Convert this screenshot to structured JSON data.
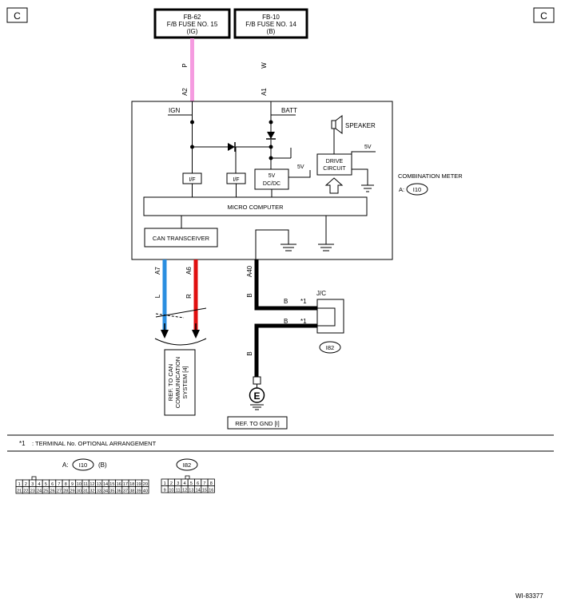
{
  "corner_marks": {
    "left": "C",
    "right": "C"
  },
  "fuses": [
    {
      "line1": "FB-62",
      "line2": "F/B FUSE NO. 15",
      "line3": "(IG)"
    },
    {
      "line1": "FB-10",
      "line2": "F/B FUSE NO. 14",
      "line3": "(B)"
    }
  ],
  "wires": {
    "ign_color": "P",
    "ign_pin": "A2",
    "batt_color": "W",
    "batt_pin": "A1",
    "can_low_pin": "A7",
    "can_low_color": "L",
    "can_high_pin": "A6",
    "can_high_color": "R",
    "ground_pin": "A40",
    "ground_color": "B",
    "jc_in_color": "B",
    "jc_out_color": "B",
    "jc_to_ground_color": "B"
  },
  "colors": {
    "pink": "#f59be0",
    "blue": "#2a8ee0",
    "red": "#e01010",
    "black": "#000000"
  },
  "meter": {
    "ign": "IGN",
    "batt": "BATT",
    "speaker": "SPEAKER",
    "drive_line1": "DRIVE",
    "drive_line2": "CIRCUIT",
    "five_v": "5V",
    "five_v_dcdc": "5V",
    "dcdc_line1": "5V",
    "dcdc_line2": "DC/DC",
    "if_a": "I/F",
    "if_b": "I/F",
    "micro": "MICRO COMPUTER",
    "can_transceiver": "CAN TRANSCEIVER",
    "name": "COMBINATION METER",
    "conn_prefix": "A:",
    "conn_id": "I10"
  },
  "jc": {
    "label": "J/C",
    "star1": "*1",
    "star2": "*1",
    "conn_id": "I82"
  },
  "refs": {
    "can_line1": "REF. TO CAN",
    "can_line2": "COMMUNICATION",
    "can_line3": "SYSTEM [4]",
    "gnd": "REF. TO GND [I]",
    "ground_symbol": "E"
  },
  "note": {
    "star": "*1",
    "text": ": TERMINAL No. OPTIONAL ARRANGEMENT"
  },
  "connectors": {
    "i10_prefix": "A:",
    "i10_id": "I10",
    "i10_suffix": "(B)",
    "i10_row1": [
      "1",
      "2",
      "3",
      "4",
      "5",
      "6",
      "7",
      "8",
      "9",
      "10",
      "11",
      "12",
      "13",
      "14",
      "15",
      "16",
      "17",
      "18",
      "19",
      "20"
    ],
    "i10_row2": [
      "21",
      "22",
      "23",
      "24",
      "25",
      "26",
      "27",
      "28",
      "29",
      "30",
      "31",
      "32",
      "33",
      "34",
      "35",
      "36",
      "37",
      "38",
      "39",
      "40"
    ],
    "i82_id": "I82",
    "i82_row1": [
      "1",
      "2",
      "3",
      "4",
      "5",
      "6",
      "7",
      "8"
    ],
    "i82_row2": [
      "9",
      "10",
      "11",
      "12",
      "13",
      "14",
      "15",
      "16"
    ]
  },
  "figure_id": "WI-83377"
}
